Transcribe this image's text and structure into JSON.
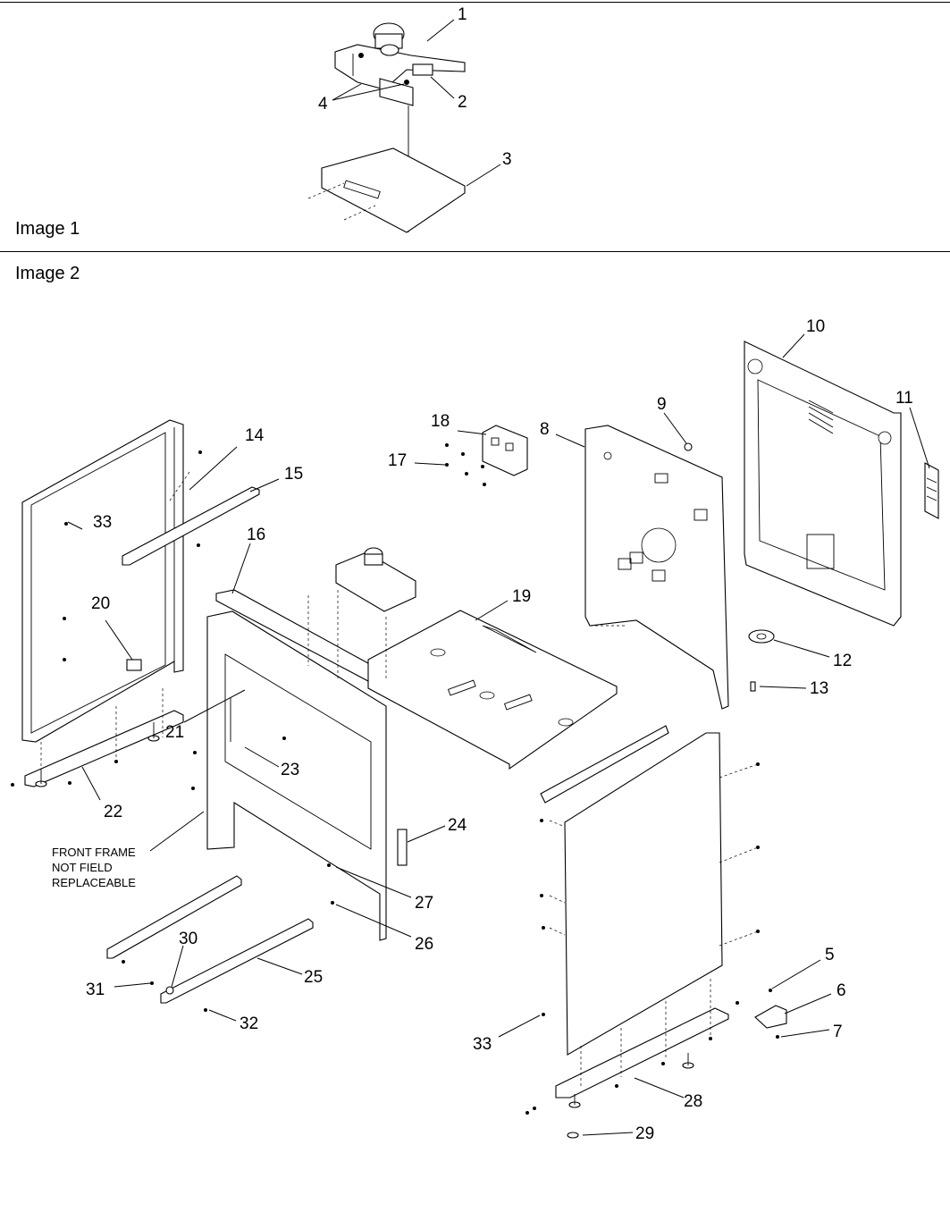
{
  "sections": [
    {
      "label": "Image 1"
    },
    {
      "label": "Image 2"
    }
  ],
  "note": {
    "line1": "FRONT FRAME",
    "line2": "NOT FIELD",
    "line3": "REPLACEABLE"
  },
  "callouts": {
    "c1": "1",
    "c2": "2",
    "c3": "3",
    "c4": "4",
    "c5": "5",
    "c6": "6",
    "c7": "7",
    "c8": "8",
    "c9": "9",
    "c10": "10",
    "c11": "11",
    "c12": "12",
    "c13": "13",
    "c14": "14",
    "c15": "15",
    "c16": "16",
    "c17": "17",
    "c18": "18",
    "c19": "19",
    "c20": "20",
    "c21": "21",
    "c22": "22",
    "c23": "23",
    "c24": "24",
    "c25": "25",
    "c26": "26",
    "c27": "27",
    "c28": "28",
    "c29": "29",
    "c30": "30",
    "c31": "31",
    "c32": "32",
    "c33a": "33",
    "c33b": "33"
  }
}
